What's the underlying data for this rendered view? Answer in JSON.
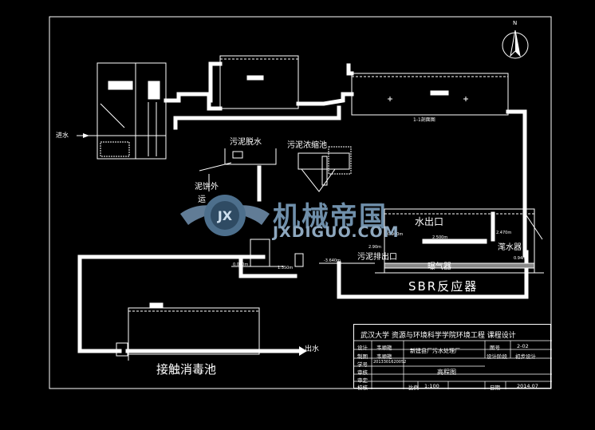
{
  "drawing": {
    "north_label": "N",
    "labels": {
      "inlet": "进水",
      "outlet": "出水",
      "sludge_dewater": "污泥脱水",
      "sludge_thicken": "污泥浓缩池",
      "sludge_pump_1": "泥饼外",
      "sludge_pump_2": "运",
      "water_outlet": "水出口",
      "sludge_outlet": "污泥排出口",
      "aeration": "曝气器",
      "decanter": "滗水器",
      "sbr": "SBR反应器",
      "section": "1-1剖面图",
      "contact_tank": "接触消毒池"
    },
    "elevations": [
      "2.470m",
      "0.900m",
      "0.000m",
      "-3.640m",
      "1.350m",
      "2.500m",
      "2.90m",
      "0.94m"
    ]
  },
  "watermark": {
    "cn": "机械帝国",
    "en": "JXDIGUO.COM",
    "badge": "JX"
  },
  "title_block": {
    "header": "武汉大学 资源与环境科学学院环境工程 课程设计",
    "rows": [
      {
        "k1": "设计",
        "v1": "韦顺艳",
        "mid": "",
        "k2": "图号",
        "v2": "2-02"
      },
      {
        "k1": "制图",
        "v1": "韦顺艳",
        "mid": "新建县厂污水处理厂",
        "k2": "设计阶段",
        "v2": "初步设计"
      },
      {
        "k1": "学号",
        "v1": "2013301620052",
        "mid": "",
        "k2": "",
        "v2": ""
      },
      {
        "k1": "审核",
        "v1": "",
        "mid": "高程图",
        "k2": "",
        "v2": ""
      },
      {
        "k1": "审定",
        "v1": "",
        "mid": "",
        "k2": "",
        "v2": ""
      },
      {
        "k1": "校核",
        "v1": "",
        "scale_k": "比例",
        "scale_v": "1:100",
        "date_k": "日期",
        "date_v": "2014.07"
      }
    ]
  }
}
